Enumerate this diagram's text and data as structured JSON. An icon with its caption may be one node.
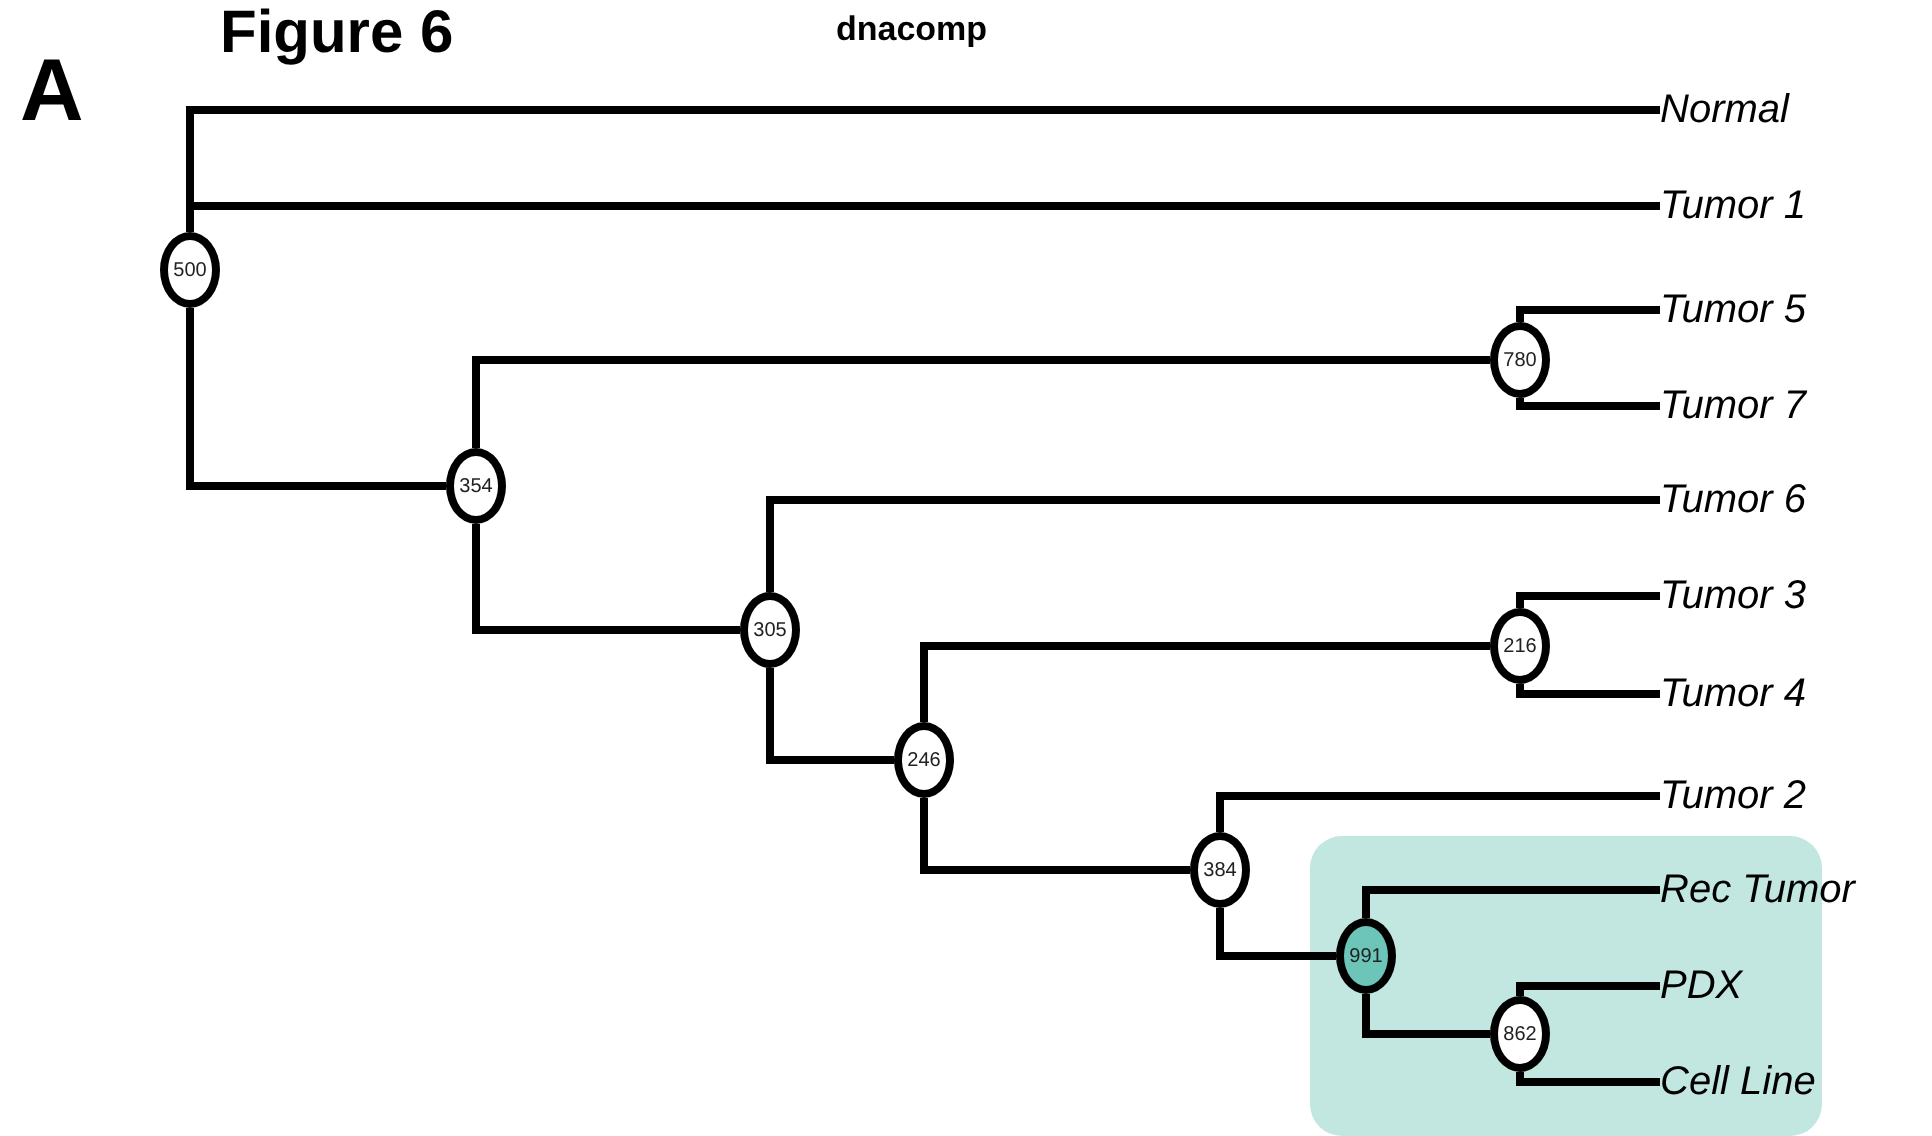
{
  "diagram": {
    "nodes": [
      {
        "text": [
          "500"
        ]
      },
      {
        "text": [
          "Normal"
        ]
      },
      {
        "text": [
          "Tumor 1"
        ]
      },
      {
        "text": [
          "354"
        ]
      },
      {
        "text": [
          "780"
        ]
      },
      {
        "text": [
          "Tumor 5"
        ]
      },
      {
        "text": [
          "Tumor 7"
        ]
      },
      {
        "text": [
          "305"
        ]
      },
      {
        "text": [
          "Tumor 6"
        ]
      },
      {
        "text": [
          "246"
        ]
      },
      {
        "text": [
          "216"
        ]
      },
      {
        "text": [
          "Tumor 3"
        ]
      },
      {
        "text": [
          "Tumor 4"
        ]
      },
      {
        "text": [
          "384"
        ]
      },
      {
        "text": [
          "Tumor 2"
        ]
      },
      {
        "text": [
          "991"
        ]
      },
      {
        "text": [
          "Rec Tumor"
        ]
      },
      {
        "text": [
          "862"
        ]
      },
      {
        "text": [
          "PDX"
        ]
      },
      {
        "text": [
          "Cell Line"
        ]
      }
    ],
    "edges": [
      {
        "from": 0,
        "to": 1,
        "arrow": "none"
      },
      {
        "from": 0,
        "to": 2,
        "arrow": "none"
      },
      {
        "from": 0,
        "to": 3,
        "arrow": "none"
      },
      {
        "from": 3,
        "to": 4,
        "arrow": "none"
      },
      {
        "from": 4,
        "to": 5,
        "arrow": "none"
      },
      {
        "from": 4,
        "to": 6,
        "arrow": "none"
      },
      {
        "from": 3,
        "to": 7,
        "arrow": "none"
      },
      {
        "from": 7,
        "to": 8,
        "arrow": "none"
      },
      {
        "from": 7,
        "to": 9,
        "arrow": "none"
      },
      {
        "from": 9,
        "to": 10,
        "arrow": "none"
      },
      {
        "from": 10,
        "to": 11,
        "arrow": "none"
      },
      {
        "from": 10,
        "to": 12,
        "arrow": "none"
      },
      {
        "from": 9,
        "to": 13,
        "arrow": "none"
      },
      {
        "from": 13,
        "to": 14,
        "arrow": "none"
      },
      {
        "from": 13,
        "to": 15,
        "arrow": "none"
      },
      {
        "from": 15,
        "to": 16,
        "arrow": "none"
      },
      {
        "from": 15,
        "to": 17,
        "arrow": "none"
      },
      {
        "from": 17,
        "to": 18,
        "arrow": "none"
      },
      {
        "from": 17,
        "to": 19,
        "arrow": "none"
      }
    ],
    "labels": [
      "Figure 6",
      "dnacomp",
      "A"
    ]
  }
}
